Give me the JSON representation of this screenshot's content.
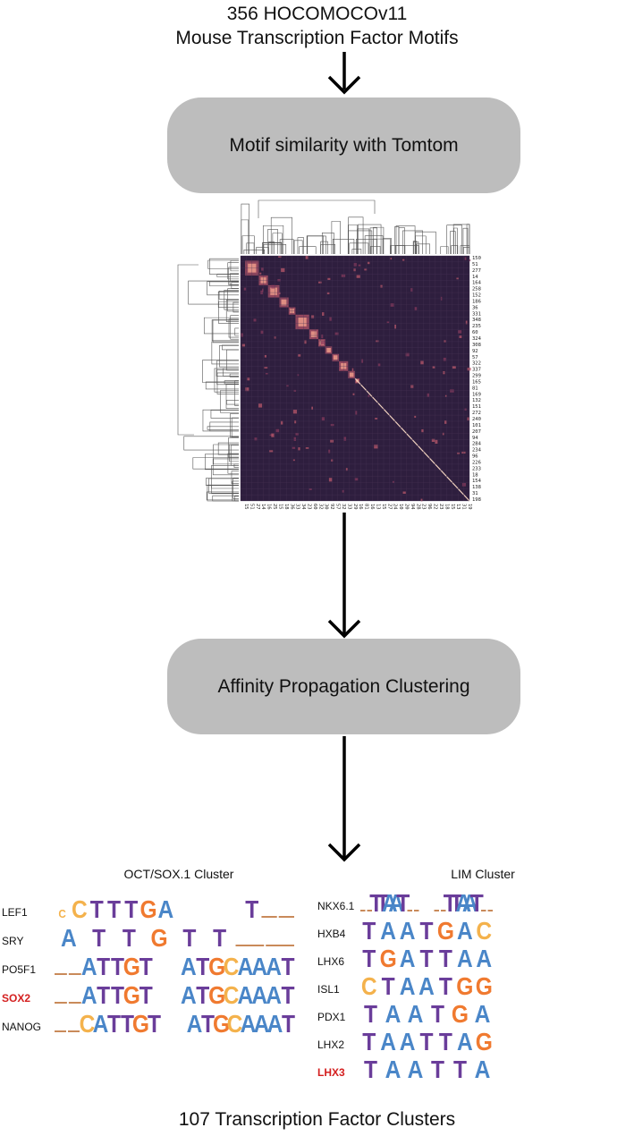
{
  "header": {
    "line1": "356 HOCOMOCOv11",
    "line2": "Mouse Transcription Factor Motifs"
  },
  "step1": {
    "label": "Motif similarity with Tomtom"
  },
  "heatmap": {
    "row_ticks": [
      "150",
      "51",
      "277",
      "14",
      "164",
      "258",
      "152",
      "186",
      "36",
      "331",
      "348",
      "235",
      "60",
      "324",
      "308",
      "92",
      "57",
      "322",
      "337",
      "299",
      "165",
      "81",
      "169",
      "132",
      "151",
      "272",
      "240",
      "101",
      "207",
      "94",
      "284",
      "234",
      "96",
      "226",
      "233",
      "18",
      "154",
      "138",
      "31",
      "198"
    ],
    "col_ticks": [
      "150",
      "51",
      "277",
      "14",
      "164",
      "258",
      "152",
      "186",
      "36",
      "331",
      "348",
      "235",
      "60",
      "324",
      "308",
      "92",
      "57",
      "322",
      "337",
      "299",
      "165",
      "81",
      "169",
      "132",
      "151",
      "272",
      "240",
      "101",
      "207",
      "94",
      "284",
      "234",
      "96",
      "226",
      "233",
      "18",
      "154",
      "138",
      "31",
      "198"
    ]
  },
  "step2": {
    "label": "Affinity Propagation Clustering"
  },
  "left_cluster": {
    "title": "OCT/SOX.1 Cluster",
    "rows": [
      {
        "name": "LEF1",
        "highlight": false,
        "logo": "cCTTTGA    T.."
      },
      {
        "name": "SRY",
        "highlight": false,
        "logo": "ATTGTT.."
      },
      {
        "name": "PO5F1",
        "highlight": false,
        "logo": "..ATTGT  ATGCAAAT"
      },
      {
        "name": "SOX2",
        "highlight": true,
        "logo": "..ATTGT  ATGCAAAT"
      },
      {
        "name": "NANOG",
        "highlight": false,
        "logo": "..CATTGT  ATGCAAAT"
      }
    ]
  },
  "right_cluster": {
    "title": "LIM Cluster",
    "rows": [
      {
        "name": "NKX6.1",
        "highlight": false,
        "logo": "..TTAAT..  ..TTAAT.."
      },
      {
        "name": "HXB4",
        "highlight": false,
        "logo": "TAATGAC"
      },
      {
        "name": "LHX6",
        "highlight": false,
        "logo": "TGATTAA"
      },
      {
        "name": "ISL1",
        "highlight": false,
        "logo": "CTAATGG"
      },
      {
        "name": "PDX1",
        "highlight": false,
        "logo": "TAATGA"
      },
      {
        "name": "LHX2",
        "highlight": false,
        "logo": "TAATTAG"
      },
      {
        "name": "LHX3",
        "highlight": true,
        "logo": "TAATTA"
      }
    ]
  },
  "footer": {
    "label": "107 Transcription Factor Clusters"
  },
  "colors": {
    "box": "#bdbdbd",
    "heatmap_bg": "#2e1e3e",
    "highlight": "#d42020",
    "logo_A": "#4a86c8",
    "logo_T": "#6a3d9a",
    "logo_G": "#f07a30",
    "logo_C": "#f4b24c"
  }
}
